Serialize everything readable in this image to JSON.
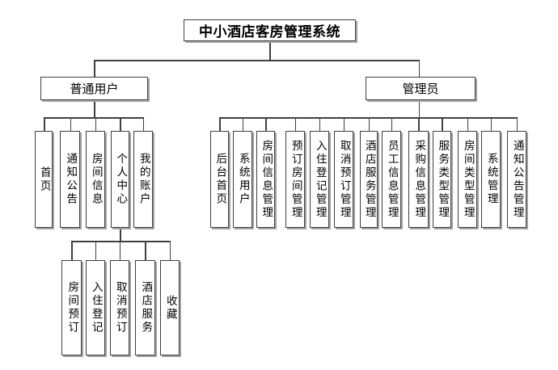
{
  "diagram": {
    "root": "中小酒店客房管理系统",
    "user_branch": {
      "label": "普通用户",
      "children": [
        "首页",
        "通知公告",
        "房间信息",
        "个人中心",
        "我的账户"
      ]
    },
    "personal_center_children": [
      "房间预订",
      "入住登记",
      "取消预订",
      "酒店服务",
      "收藏"
    ],
    "admin_branch": {
      "label": "管理员",
      "children": [
        "后台首页",
        "系统用户",
        "房间信息管理",
        "预订房间管理",
        "入住登记管理",
        "取消预订管理",
        "酒店服务管理",
        "员工信息管理",
        "采购信息管理",
        "服务类型管理",
        "房间类型管理",
        "系统管理",
        "通知公告管理"
      ]
    },
    "colors": {
      "background": "#ffffff",
      "box_border": "#3f3f3f",
      "box_shadow": "#a3a3a3",
      "connector_line": "#404040",
      "text": "#000000"
    }
  }
}
